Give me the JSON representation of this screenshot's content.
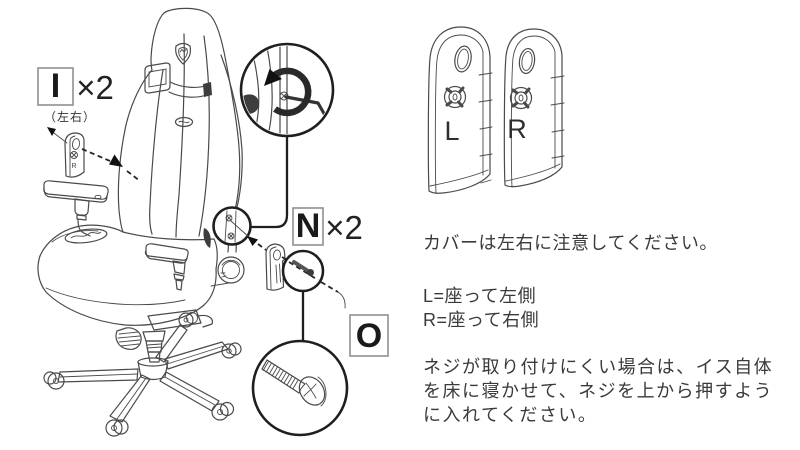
{
  "colors": {
    "background": "#ffffff",
    "drawing_line": "#4a4a4a",
    "callout_line": "#1f1f1f",
    "label_text": "#1a1a1a",
    "box_border": "#8f8f8f",
    "body_text": "#3a3a3a"
  },
  "callout_labels": {
    "i": {
      "letter": "I",
      "quantity": "×2",
      "note": "（左右）",
      "molded_letter": "R"
    },
    "n": {
      "letter": "N",
      "quantity": "×2"
    },
    "o": {
      "letter": "O"
    }
  },
  "covers": {
    "left": "L",
    "right": "R"
  },
  "text": {
    "caution": "カバーは左右に注意してください。",
    "legend_left": "L=座って左側",
    "legend_right": "R=座って右側",
    "tip_line1": "ネジが取り付けにくい場合は、イス自体",
    "tip_line2": "を床に寝かせて、ネジを上から押すよう",
    "tip_line3": "に入れてください。"
  }
}
